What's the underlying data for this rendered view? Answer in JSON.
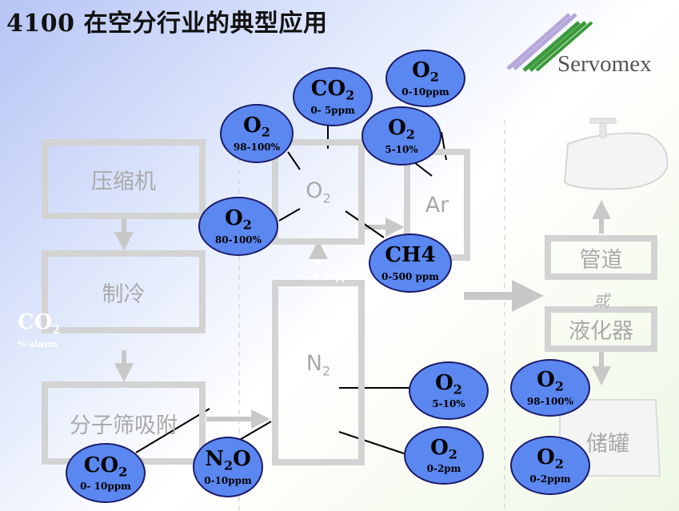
{
  "title": "4100 在空分行业的典型应用",
  "logo": {
    "text": "Servomex",
    "stripe_colors": [
      "#b6a7dc",
      "#3a9a3a"
    ]
  },
  "boxes": {
    "compressor": "压缩机",
    "refrigeration": "制冷",
    "molsieve": "分子筛吸附",
    "o2_column": "O",
    "o2_column_sub": "2",
    "ar_column": "Ar",
    "n2_column": "N",
    "n2_column_sub": "2",
    "pipeline": "管道",
    "liquefier": "液化器",
    "storage": "储罐"
  },
  "or_text": "或",
  "ghost_text": {
    "co2": "CO",
    "co2_sub": "2",
    "co2_range": "% alarm",
    "mid": "0-10ppm"
  },
  "analyzers": [
    {
      "gas": "O",
      "sub": "2",
      "range": "98-100%"
    },
    {
      "gas": "CO",
      "sub": "2",
      "range": "0- 5ppm"
    },
    {
      "gas": "O",
      "sub": "2",
      "range": "0-10ppm"
    },
    {
      "gas": "O",
      "sub": "2",
      "range": "5-10%"
    },
    {
      "gas": "O",
      "sub": "2",
      "range": "80-100%"
    },
    {
      "gas": "CH4",
      "sub": "",
      "range": "0-500 ppm"
    },
    {
      "gas": "O",
      "sub": "2",
      "range": "5-10%"
    },
    {
      "gas": "O",
      "sub": "2",
      "range": "0-2pm"
    },
    {
      "gas": "CO",
      "sub": "2",
      "range": "0- 10ppm"
    },
    {
      "gas": "N",
      "sub": "2",
      "gas2": "O",
      "range": "0-10ppm"
    },
    {
      "gas": "O",
      "sub": "2",
      "range": "98-100%"
    },
    {
      "gas": "O",
      "sub": "2",
      "range": "0-2ppm"
    }
  ],
  "colors": {
    "analyzer_fill": "#5b87f0",
    "box_border": "#d3d3d3",
    "arrow": "#c8c8c8"
  }
}
